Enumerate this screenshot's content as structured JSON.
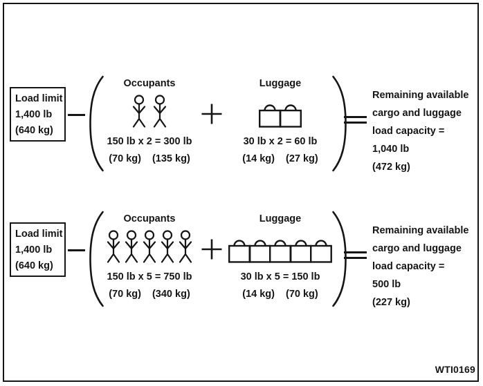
{
  "figure_code": "WTI0169",
  "rows": [
    {
      "load_limit": {
        "title": "Load limit",
        "pounds": "1,400 lb",
        "kilograms": "(640 kg)"
      },
      "occupants": {
        "label": "Occupants",
        "count": 2,
        "equation": "150 lb x 2 = 300 lb",
        "kg_each": "(70 kg)",
        "kg_total": "(135 kg)"
      },
      "luggage": {
        "label": "Luggage",
        "count": 2,
        "equation": "30 lb x 2 = 60 lb",
        "kg_each": "(14 kg)",
        "kg_total": "(27 kg)"
      },
      "result": {
        "lines": [
          "Remaining available",
          "cargo and luggage",
          "load capacity =",
          "1,040 lb",
          "(472 kg)"
        ]
      }
    },
    {
      "load_limit": {
        "title": "Load limit",
        "pounds": "1,400 lb",
        "kilograms": "(640 kg)"
      },
      "occupants": {
        "label": "Occupants",
        "count": 5,
        "equation": "150 lb x 5 = 750 lb",
        "kg_each": "(70 kg)",
        "kg_total": "(340 kg)"
      },
      "luggage": {
        "label": "Luggage",
        "count": 5,
        "equation": "30 lb x 5 = 150 lb",
        "kg_each": "(14 kg)",
        "kg_total": "(70 kg)"
      },
      "result": {
        "lines": [
          "Remaining available",
          "cargo and luggage",
          "load capacity =",
          "500 lb",
          "(227 kg)"
        ]
      }
    }
  ],
  "icons": {
    "person": "person-icon",
    "suitcase": "suitcase-icon",
    "minus": "minus-operator",
    "plus": "plus-operator",
    "equals": "equals-operator",
    "parenthesis": "parenthesis-bracket"
  },
  "colors": {
    "ink": "#151515",
    "background": "#ffffff"
  }
}
